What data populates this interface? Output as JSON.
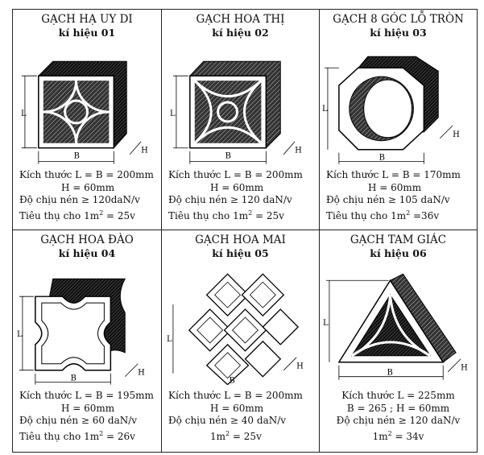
{
  "bricks": [
    {
      "title": "GẠCH HẠ UY DI",
      "code": "kí hiệu 01",
      "size": "Kích thước L = B = 200mm",
      "height": "H = 60mm",
      "strength": "Độ chịu nén ≥ 120daN/v",
      "usage_prefix": "Tiêu thụ cho 1m",
      "usage_suffix": " = 25v",
      "sup": "2"
    },
    {
      "title": "GẠCH HOA THỊ",
      "code": "kí hiệu 02",
      "size": "Kích thước L = B = 200mm",
      "height": "H = 60mm",
      "strength": "Độ chịu nén ≥ 120 daN/v",
      "usage_prefix": "Tiêu thụ cho 1m",
      "usage_suffix": " = 25v",
      "sup": "2"
    },
    {
      "title": "GẠCH 8 GÓC LỖ TRÒN",
      "code": "kí hiệu 03",
      "size": "Kích thước L = B = 170mm",
      "height": "H = 60mm",
      "strength": "Độ chịu nén ≥ 105 daN/v",
      "usage_prefix": "Tiêu thụ cho 1m",
      "usage_suffix": " =36v",
      "sup": "2"
    },
    {
      "title": "GẠCH HOA ĐÀO",
      "code": "kí hiệu 04",
      "size": "Kích thước L = B = 195mm",
      "height": "H = 60mm",
      "strength": "Độ chịu nén ≥ 60 daN/v",
      "usage_prefix": "Tiêu thụ cho 1m",
      "usage_suffix": " = 26v",
      "sup": "2"
    },
    {
      "title": "GẠCH HOA MAI",
      "code": "kí hiệu 05",
      "size": "Kích thước L = B = 200mm",
      "height": "H = 60mm",
      "strength": "Độ chịu nén ≥ 40 daN/v",
      "usage_prefix": "1m",
      "usage_suffix": " = 25v",
      "sup": "2"
    },
    {
      "title": "GẠCH TAM GIÁC",
      "code": "kí hiệu 06",
      "size": "Kích thước L = 225mm",
      "height": "B = 265 ; H = 60mm",
      "strength": "Độ chịu nén ≥ 120 daN/v",
      "usage_prefix": "1m",
      "usage_suffix": " = 34v",
      "sup": "2"
    }
  ],
  "dim_labels": {
    "L": "L",
    "B": "B",
    "H": "H"
  }
}
